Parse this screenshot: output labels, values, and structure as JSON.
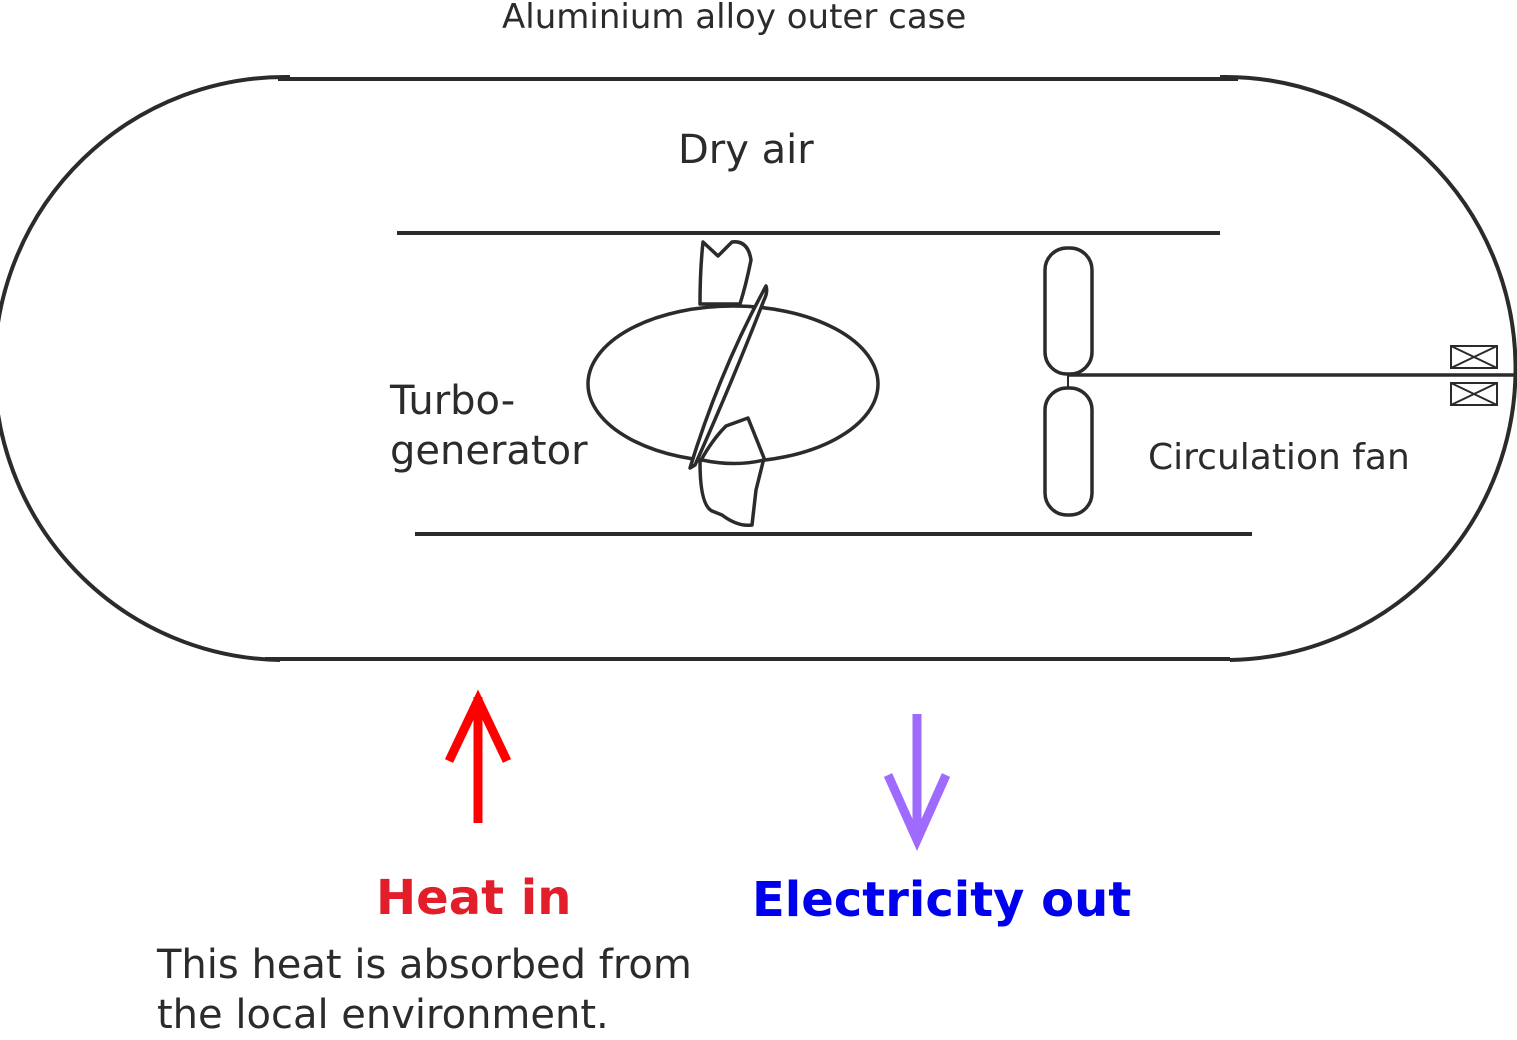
{
  "labels": {
    "outer_case": "Aluminium alloy outer case",
    "dry_air": "Dry air",
    "turbo_line1": "Turbo-",
    "turbo_line2": "generator",
    "circulation_fan": "Circulation fan",
    "heat_in": "Heat in",
    "heat_note_line1": "This heat is absorbed from",
    "heat_note_line2": "the local environment.",
    "electricity_out": "Electricity out"
  },
  "colors": {
    "outline": "#2b2b2b",
    "heat": "#e31e2b",
    "heat_arrow": "#ff0000",
    "electricity_text": "#0000ee",
    "electricity_arrow": "#9f6bff"
  }
}
